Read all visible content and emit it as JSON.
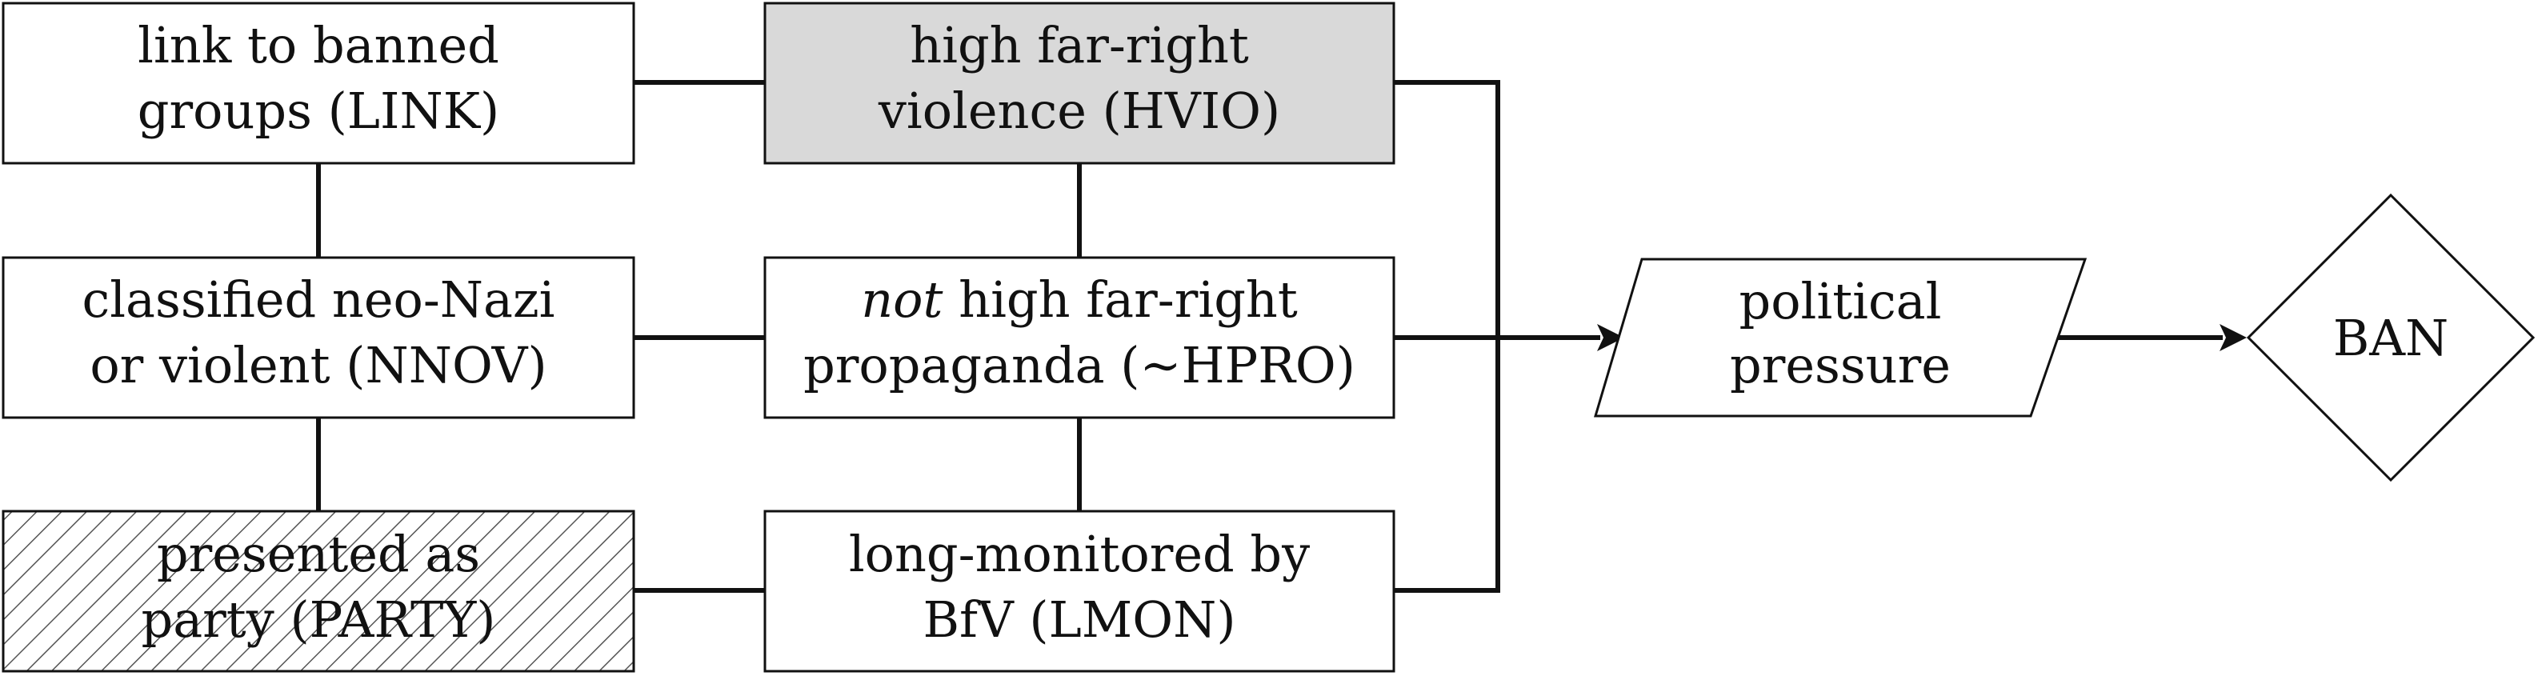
{
  "nodes": {
    "link": {
      "line1": "link to banned",
      "line2": "groups (LINK)"
    },
    "hvio": {
      "line1": "high far-right",
      "line2": "violence (HVIO)"
    },
    "nnov": {
      "line1": "classified neo-Nazi",
      "line2": "or violent (NNOV)"
    },
    "hpro": {
      "line1_italic": "not",
      "line1_rest": " high far-right",
      "line2": "propaganda (∼HPRO)"
    },
    "party": {
      "line1": "presented as",
      "line2": "party (PARTY)"
    },
    "lmon": {
      "line1": "long-monitored by",
      "line2": "BfV (LMON)"
    },
    "pressure": {
      "line1": "political",
      "line2": "pressure"
    },
    "ban": {
      "label": "BAN"
    }
  },
  "colors": {
    "gray_fill": "#d9d9d9",
    "stroke": "#111111"
  }
}
